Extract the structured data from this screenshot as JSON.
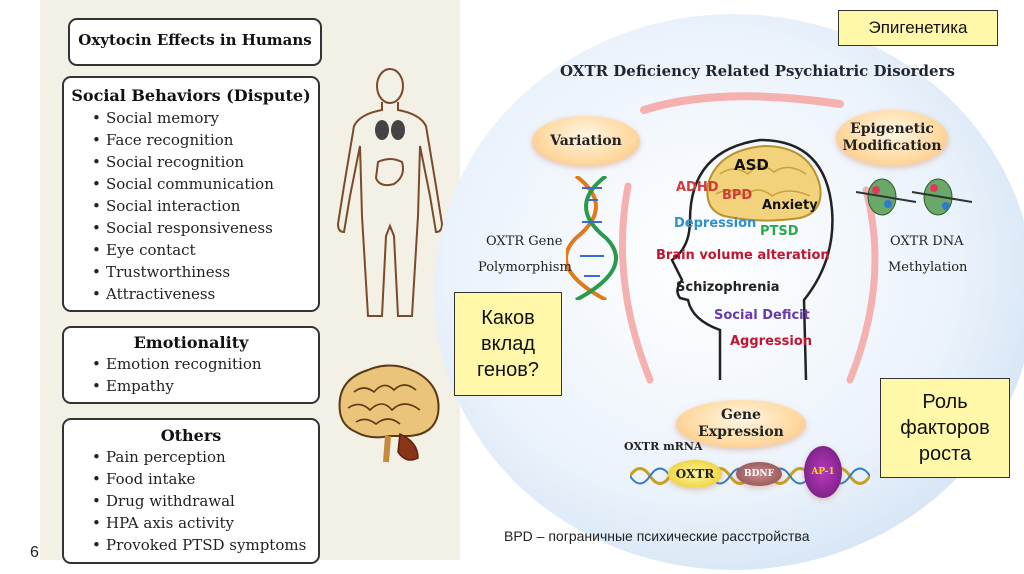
{
  "left": {
    "title": "Oxytocin Effects in Humans",
    "social": {
      "heading": "Social Behaviors (Dispute)",
      "items": [
        "Social memory",
        "Face recognition",
        "Social recognition",
        "Social communication",
        "Social interaction",
        "Social responsiveness",
        "Eye contact",
        "Trustworthiness",
        "Attractiveness"
      ]
    },
    "emotionality": {
      "heading": "Emotionality",
      "items": [
        "Emotion recognition",
        "Empathy"
      ]
    },
    "others": {
      "heading": "Others",
      "items": [
        "Pain perception",
        "Food intake",
        "Drug withdrawal",
        "HPA axis activity",
        "Provoked PTSD symptoms"
      ]
    }
  },
  "slide_number": "6",
  "right": {
    "title": "OXTR Deficiency Related Psychiatric Disorders",
    "variation": "Variation",
    "epigenetic": "Epigenetic Modification",
    "gene_expression": "Gene Expression",
    "oxtr_gene": "OXTR Gene",
    "polymorphism": "Polymorphism",
    "oxtr_dna": "OXTR DNA",
    "methylation": "Methylation",
    "mrna": "OXTR mRNA",
    "oxtr_pill": "OXTR",
    "bdnf_pill": "BDNF",
    "ap1": "AP-1",
    "disorders": {
      "asd": "ASD",
      "adhd": "ADHD",
      "bpd": "BPD",
      "anxiety": "Anxiety",
      "depression": "Depression",
      "ptsd": "PTSD",
      "brain_volume": "Brain volume alteration",
      "schizophrenia": "Schizophrenia",
      "social_deficit": "Social Deficit",
      "aggression": "Aggression"
    }
  },
  "ru": {
    "epigenetics": "Эпигенетика",
    "genes_line1": "Каков",
    "genes_line2": "вклад",
    "genes_line3": "генов?",
    "growth_line1": "Роль",
    "growth_line2": "факторов",
    "growth_line3": "роста",
    "footnote": "BPD – пограничные психические расстройства"
  },
  "colors": {
    "adhd": "#d23a3a",
    "bpd": "#d23a3a",
    "depression": "#2f8fcf",
    "ptsd": "#2aa84a",
    "brain_volume": "#c0162f",
    "social_deficit": "#6a3aa8",
    "aggression": "#c0162f",
    "yellow_box": "#fff8a8"
  }
}
